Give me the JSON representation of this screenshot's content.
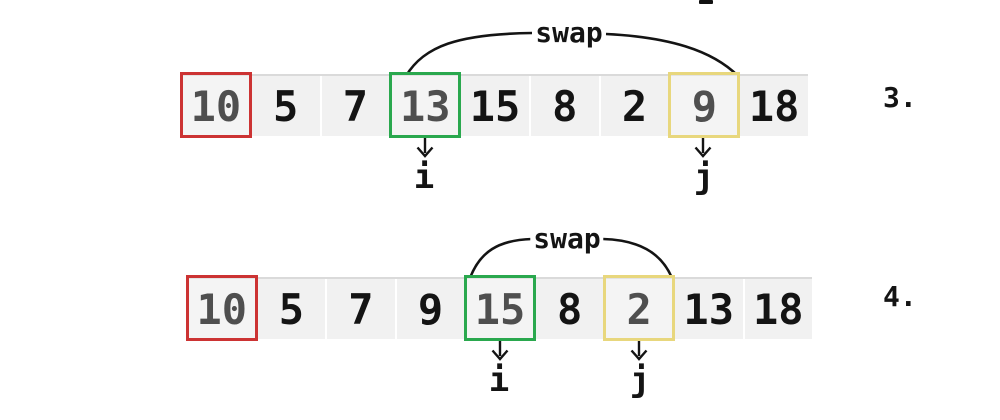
{
  "figure": {
    "description": "quicksort partition swap steps",
    "cropped_fragment": "j-descender"
  },
  "colors": {
    "red": "#cc3333",
    "green": "#2aa84e",
    "yellow": "#e8d77d",
    "cell_bg": "#f1f1f1",
    "cell_divider": "#ffffff",
    "band_top_border": "#dadada",
    "ink": "#141414"
  },
  "steps": [
    {
      "number": "3.",
      "swap_label": "swap",
      "i_label": "i",
      "j_label": "j",
      "cells": [
        "10",
        "5",
        "7",
        "13",
        "15",
        "8",
        "2",
        "9",
        "18"
      ],
      "highlights": [
        {
          "index": 0,
          "color": "red"
        },
        {
          "index": 3,
          "color": "green"
        },
        {
          "index": 7,
          "color": "yellow"
        }
      ],
      "i_index": 3,
      "j_index": 7
    },
    {
      "number": "4.",
      "swap_label": "swap",
      "i_label": "i",
      "j_label": "j",
      "cells": [
        "10",
        "5",
        "7",
        "9",
        "15",
        "8",
        "2",
        "13",
        "18"
      ],
      "highlights": [
        {
          "index": 0,
          "color": "red"
        },
        {
          "index": 4,
          "color": "green"
        },
        {
          "index": 6,
          "color": "yellow"
        }
      ],
      "i_index": 4,
      "j_index": 6
    }
  ]
}
